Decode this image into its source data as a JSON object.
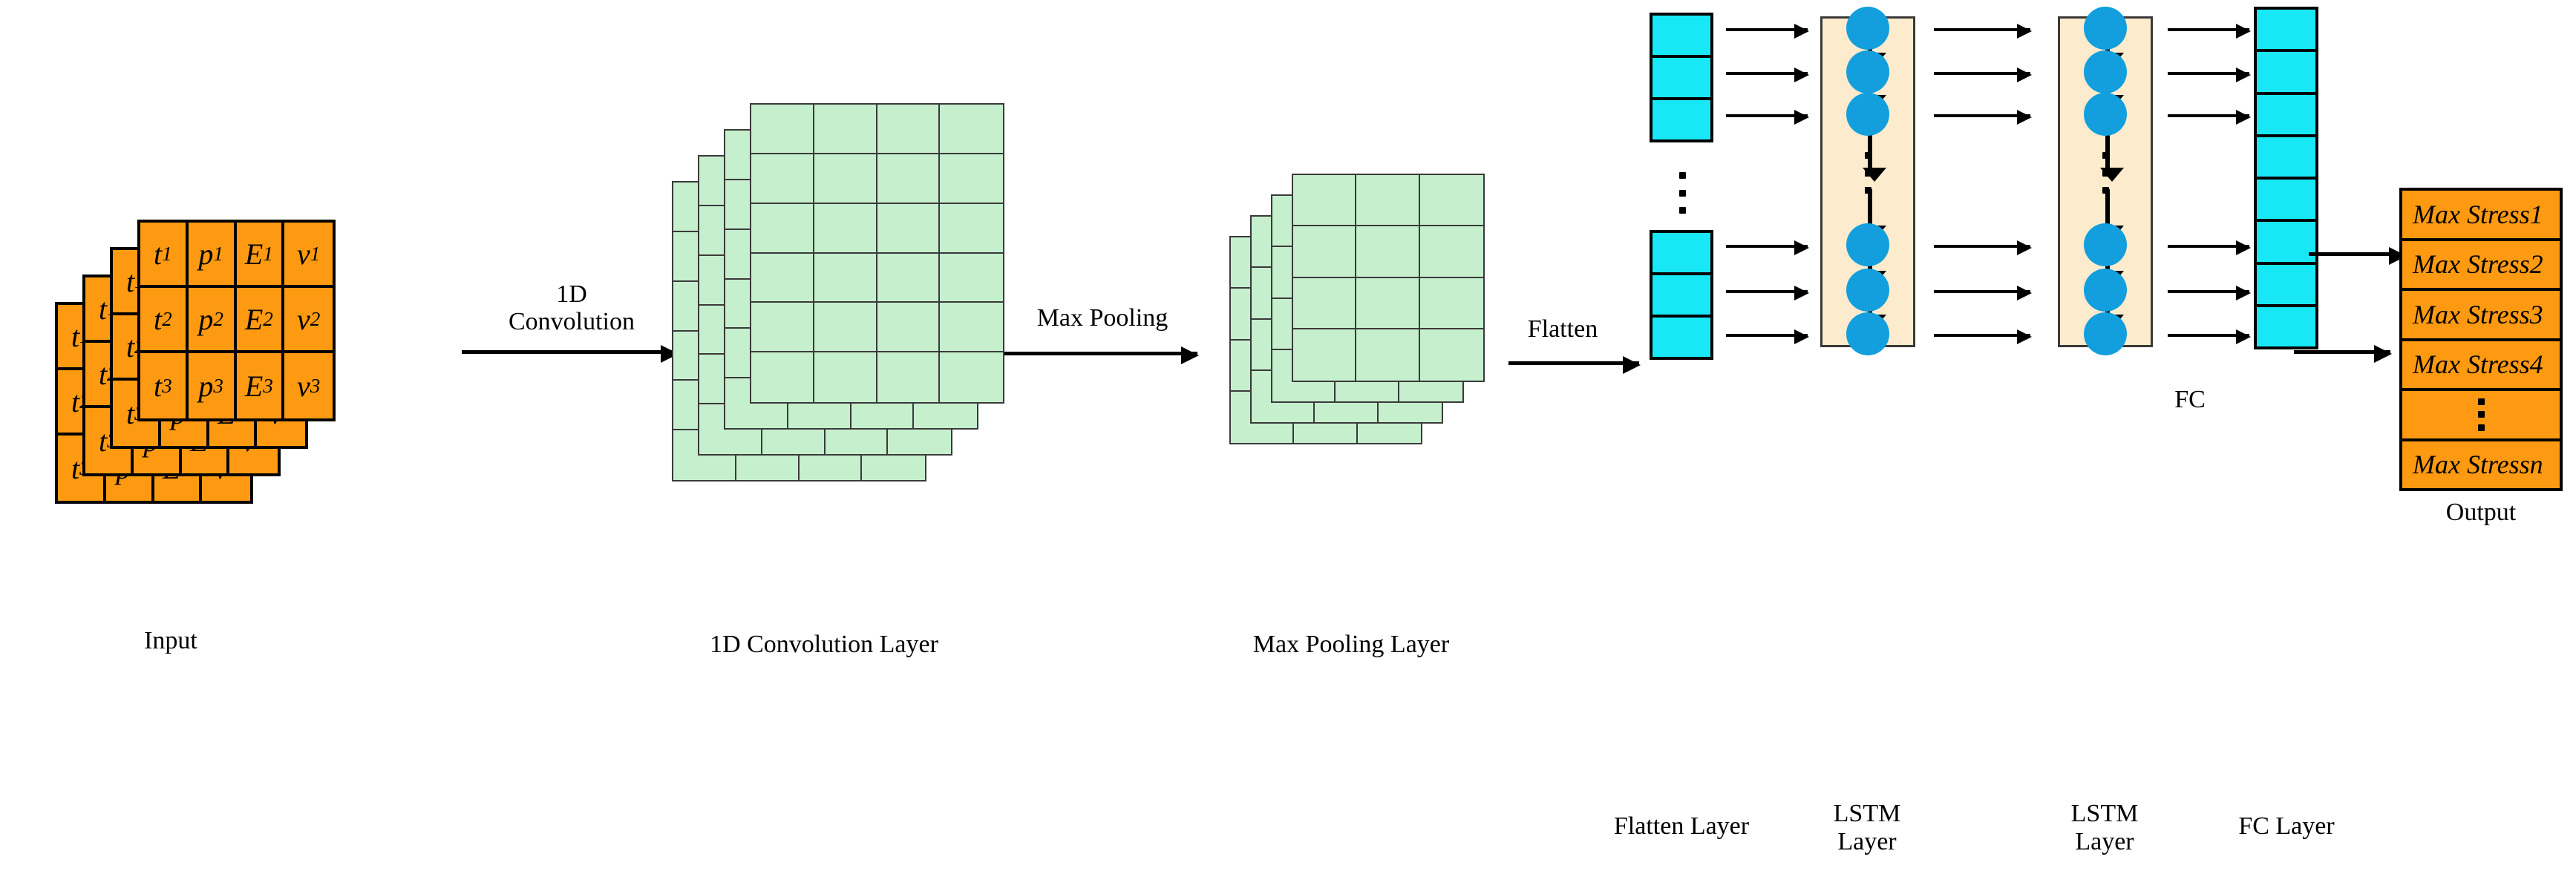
{
  "diagram": {
    "title": "CNN-LSTM network architecture",
    "background": "#ffffff"
  },
  "colors": {
    "input_orange": "#FD9A12",
    "conv_green": "#C6EFCE",
    "flatten_cyan": "#18E8F5",
    "lstm_panel": "#FDEBCD",
    "lstm_node": "#139FDD",
    "stroke": "#000000"
  },
  "input": {
    "caption": "Input",
    "stack_count": 4,
    "columns": 4,
    "rows": 3,
    "grid": [
      [
        {
          "base": "t",
          "sub": "1"
        },
        {
          "base": "p",
          "sub": "1"
        },
        {
          "base": "E",
          "sub": "1"
        },
        {
          "base": "v",
          "sub": "1"
        }
      ],
      [
        {
          "base": "t",
          "sub": "2"
        },
        {
          "base": "p",
          "sub": "2"
        },
        {
          "base": "E",
          "sub": "2"
        },
        {
          "base": "v",
          "sub": "2"
        }
      ],
      [
        {
          "base": "t",
          "sub": "3"
        },
        {
          "base": "p",
          "sub": "3"
        },
        {
          "base": "E",
          "sub": "3"
        },
        {
          "base": "v",
          "sub": "3"
        }
      ]
    ]
  },
  "arrows": {
    "conv": "1D\nConvolution",
    "pool": "Max Pooling",
    "flatten": "Flatten",
    "fc": "FC"
  },
  "conv_layer": {
    "caption": "1D Convolution Layer",
    "stack_count": 4,
    "columns": 4,
    "rows": 6
  },
  "pool_layer": {
    "caption": "Max Pooling Layer",
    "stack_count": 4,
    "columns": 3,
    "rows": 4
  },
  "flatten_layer": {
    "caption": "Flatten Layer",
    "top_cells": 3,
    "bottom_cells": 3,
    "ellipsis": true
  },
  "lstm_layer_1": {
    "caption": "LSTM\nLayer",
    "top_nodes": 3,
    "bottom_nodes": 3,
    "ellipsis": true
  },
  "lstm_layer_2": {
    "caption": "LSTM\nLayer",
    "top_nodes": 3,
    "bottom_nodes": 3,
    "ellipsis": true
  },
  "fc_layer": {
    "caption": "FC Layer",
    "cells": 8
  },
  "output": {
    "caption": "Output",
    "rows": [
      {
        "label": "Max Stress1",
        "type": "text"
      },
      {
        "label": "Max Stress2",
        "type": "text"
      },
      {
        "label": "Max Stress3",
        "type": "text"
      },
      {
        "label": "Max Stress4",
        "type": "text"
      },
      {
        "label": "",
        "type": "ellipsis"
      },
      {
        "label": "Max Stressn",
        "type": "text"
      }
    ]
  }
}
